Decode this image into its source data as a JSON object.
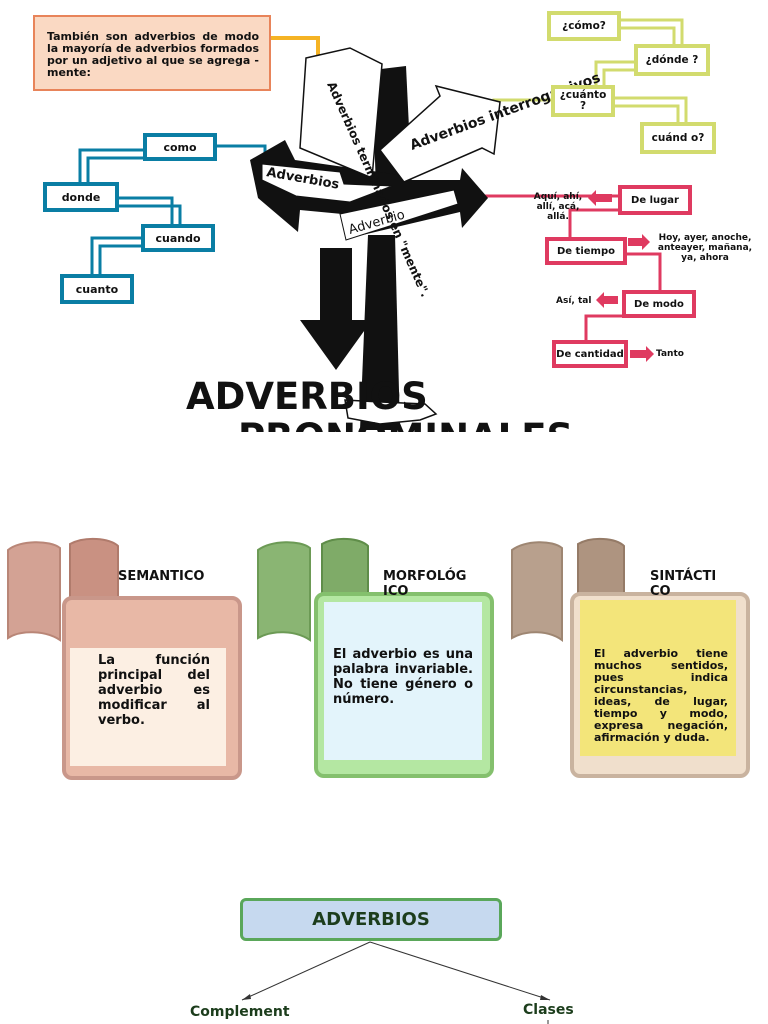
{
  "note": "También son adverbios de modo la mayoría de adverbios formados por un adjetivo al que se agrega - mente:",
  "arrows": {
    "mente": "Adverbios terminados en \"mente\".",
    "interrogativos": "Adverbios interrogat ivos",
    "left": "Adverbios",
    "right": "Adverbio"
  },
  "blue_boxes": [
    "como",
    "donde",
    "cuando",
    "cuanto"
  ],
  "yellow_boxes": [
    "¿cómo?",
    "¿dónde ?",
    "¿cuánto ?",
    "cuánd o?"
  ],
  "red_boxes": [
    "De lugar",
    "De tiempo",
    "De modo",
    "De cantidad"
  ],
  "red_examples": {
    "lugar": "Aquí, ahí, allí, acá, allá.",
    "tiempo": "Hoy, ayer, anoche, anteayer, mañana, ya, ahora",
    "modo": "Así, tal",
    "cantidad": "Tanto"
  },
  "title_line1": "ADVERBIOS",
  "title_line2": "PRONOMINALES",
  "cards": [
    {
      "title": "SEMANTICO",
      "text": "La función principal del adverbio es modificar al verbo."
    },
    {
      "title": "MORFOLÓG ICO",
      "text": "El adverbio es una palabra invariable. No tiene género o número."
    },
    {
      "title": "SINTÁCTI CO",
      "text": "El adverbio tiene muchos sentidos, pues indica circunstancias, ideas, de lugar, tiempo y modo, expresa negación, afirmación y duda."
    }
  ],
  "concept_map": {
    "root": "ADVERBIOS",
    "left_child": "Complement",
    "right_child": "Clases"
  },
  "colors": {
    "blue": "#0a7ea4",
    "yellow": "#d2db6e",
    "red": "#df3a60",
    "orange": "#f5b324"
  }
}
